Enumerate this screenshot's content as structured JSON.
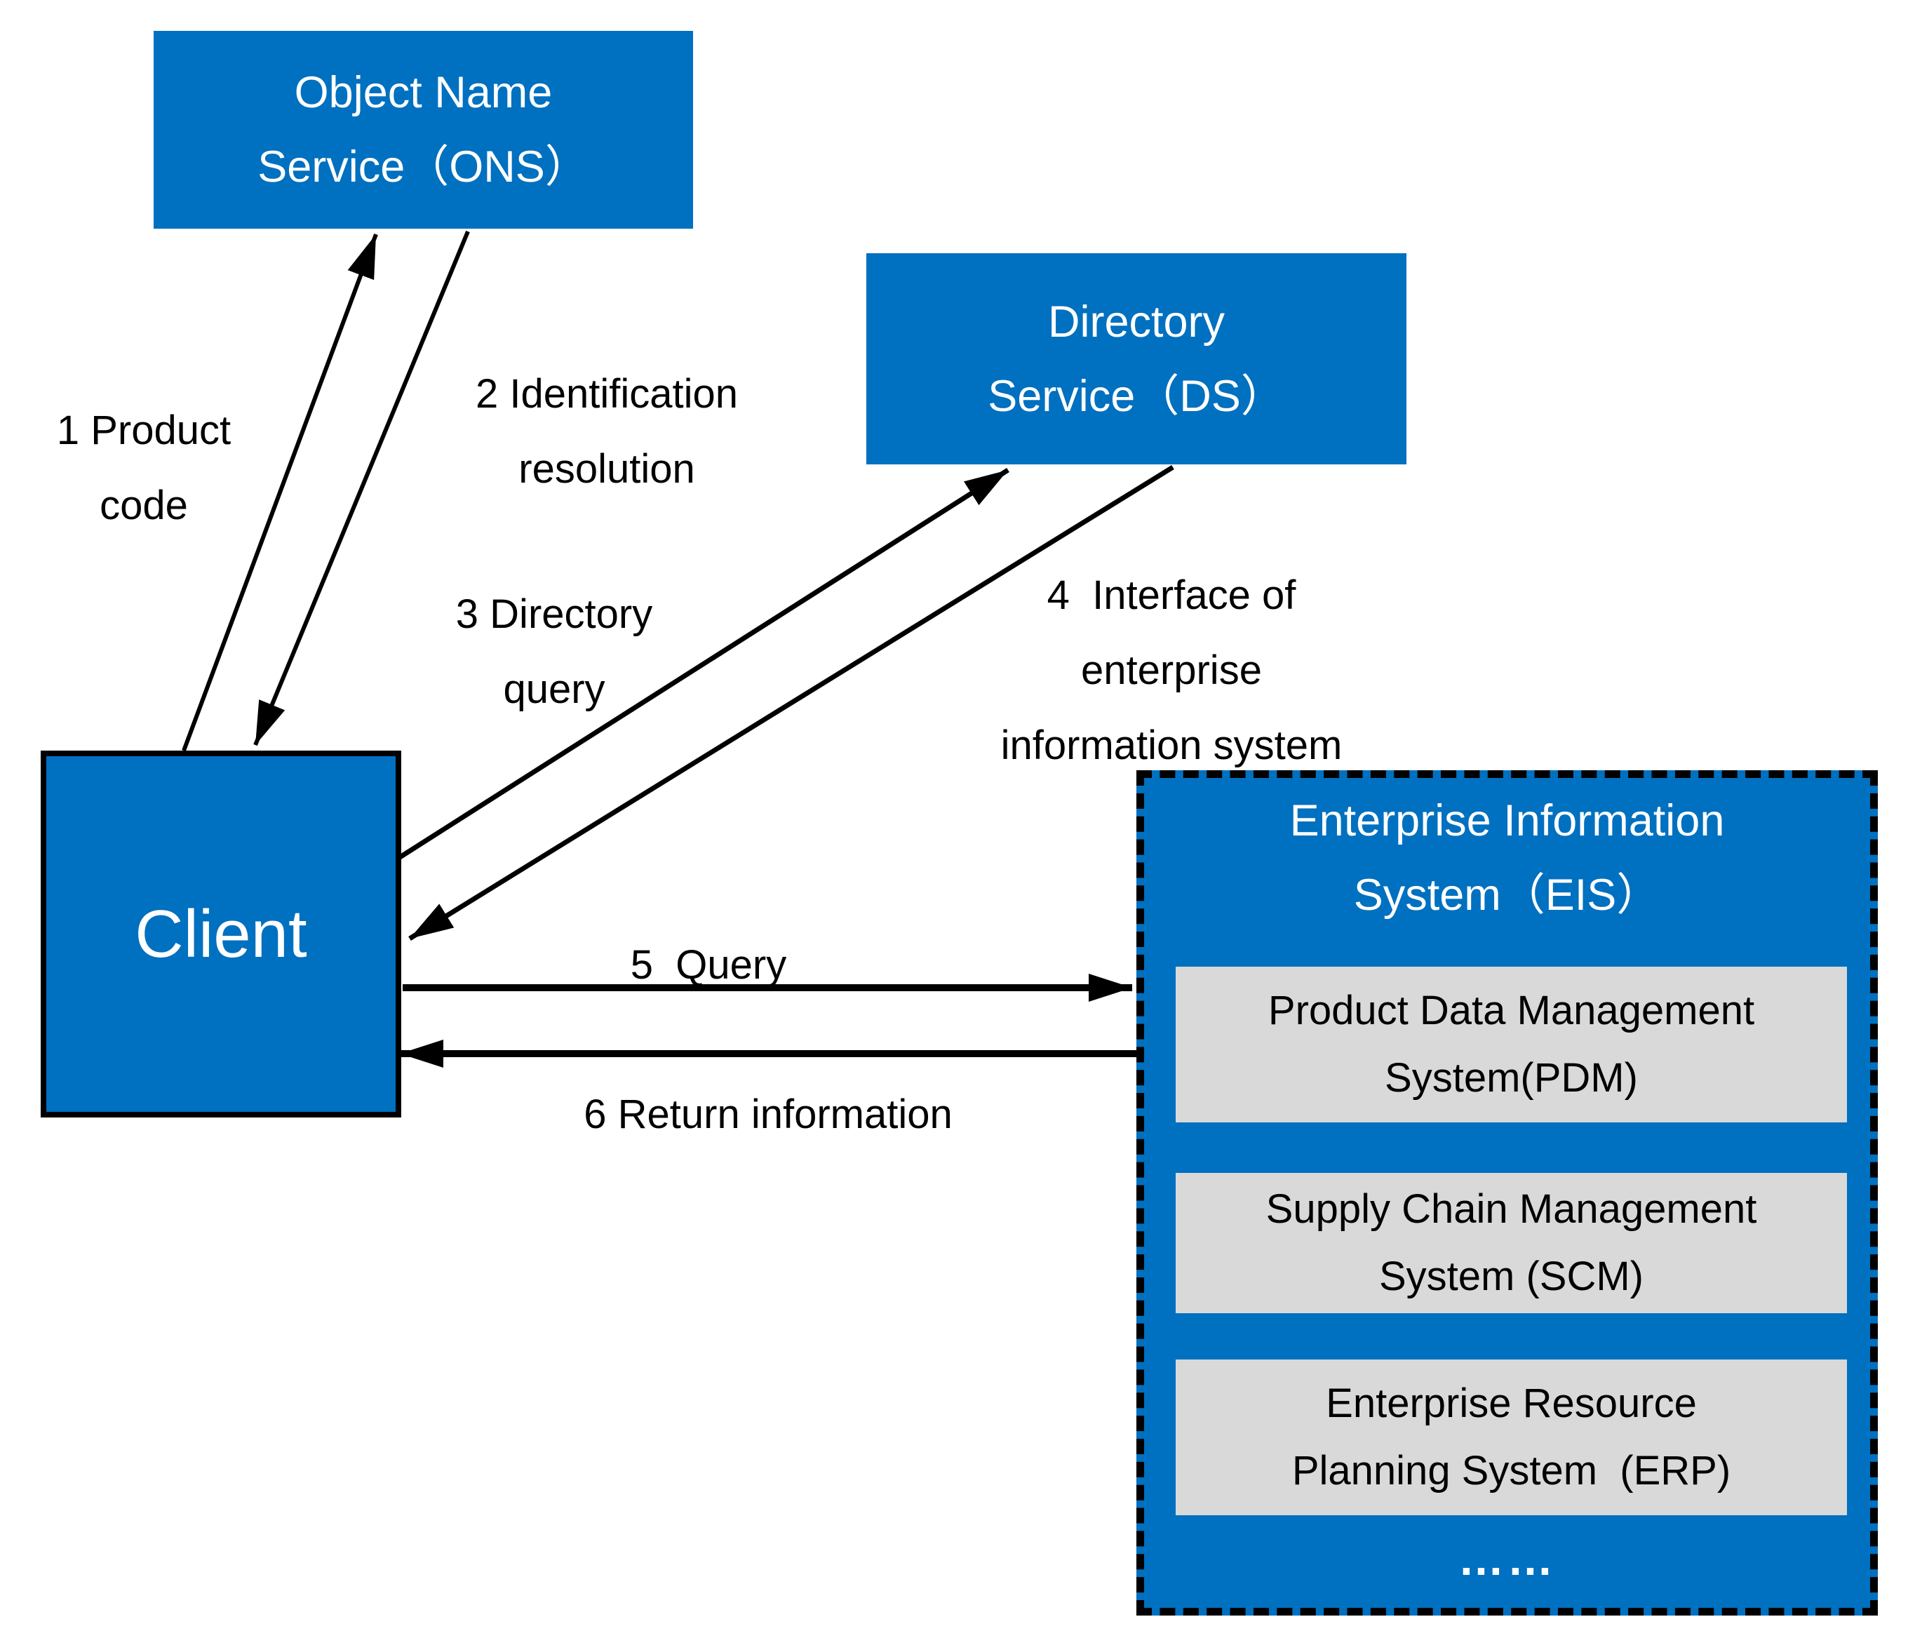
{
  "diagram": {
    "boxes": {
      "ons": {
        "line1": "Object Name",
        "line2": "Service（ONS）"
      },
      "ds": {
        "line1": "Directory",
        "line2": "Service（DS）"
      },
      "client": {
        "label": "Client"
      },
      "eis": {
        "line1": "Enterprise Information",
        "line2": "System（EIS）",
        "subsystems": [
          {
            "line1": "Product Data Management",
            "line2": "System(PDM)"
          },
          {
            "line1": "Supply Chain Management",
            "line2": "System (SCM)"
          },
          {
            "line1": "Enterprise Resource",
            "line2": "Planning System  (ERP)"
          }
        ],
        "ellipsis": "……"
      }
    },
    "arrows": {
      "a1": {
        "line1": "1 Product",
        "line2": "code",
        "from": "client",
        "to": "ons"
      },
      "a2": {
        "line1": "2 Identification",
        "line2": "resolution",
        "from": "ons",
        "to": "client"
      },
      "a3": {
        "line1": "3 Directory",
        "line2": "query",
        "from": "client",
        "to": "ds"
      },
      "a4": {
        "line1": "4  Interface of",
        "line2": "enterprise",
        "line3": "information system",
        "from": "ds",
        "to": "client"
      },
      "a5": {
        "line1": "5  Query",
        "from": "client",
        "to": "eis"
      },
      "a6": {
        "line1": "6 Return information",
        "from": "eis",
        "to": "client"
      }
    },
    "colors": {
      "box_blue": "#0070C0",
      "subsystem_gray": "#D9D9D9",
      "line_black": "#000000",
      "text_white": "#FFFFFF",
      "text_black": "#000000",
      "background": "#FFFFFF"
    }
  }
}
